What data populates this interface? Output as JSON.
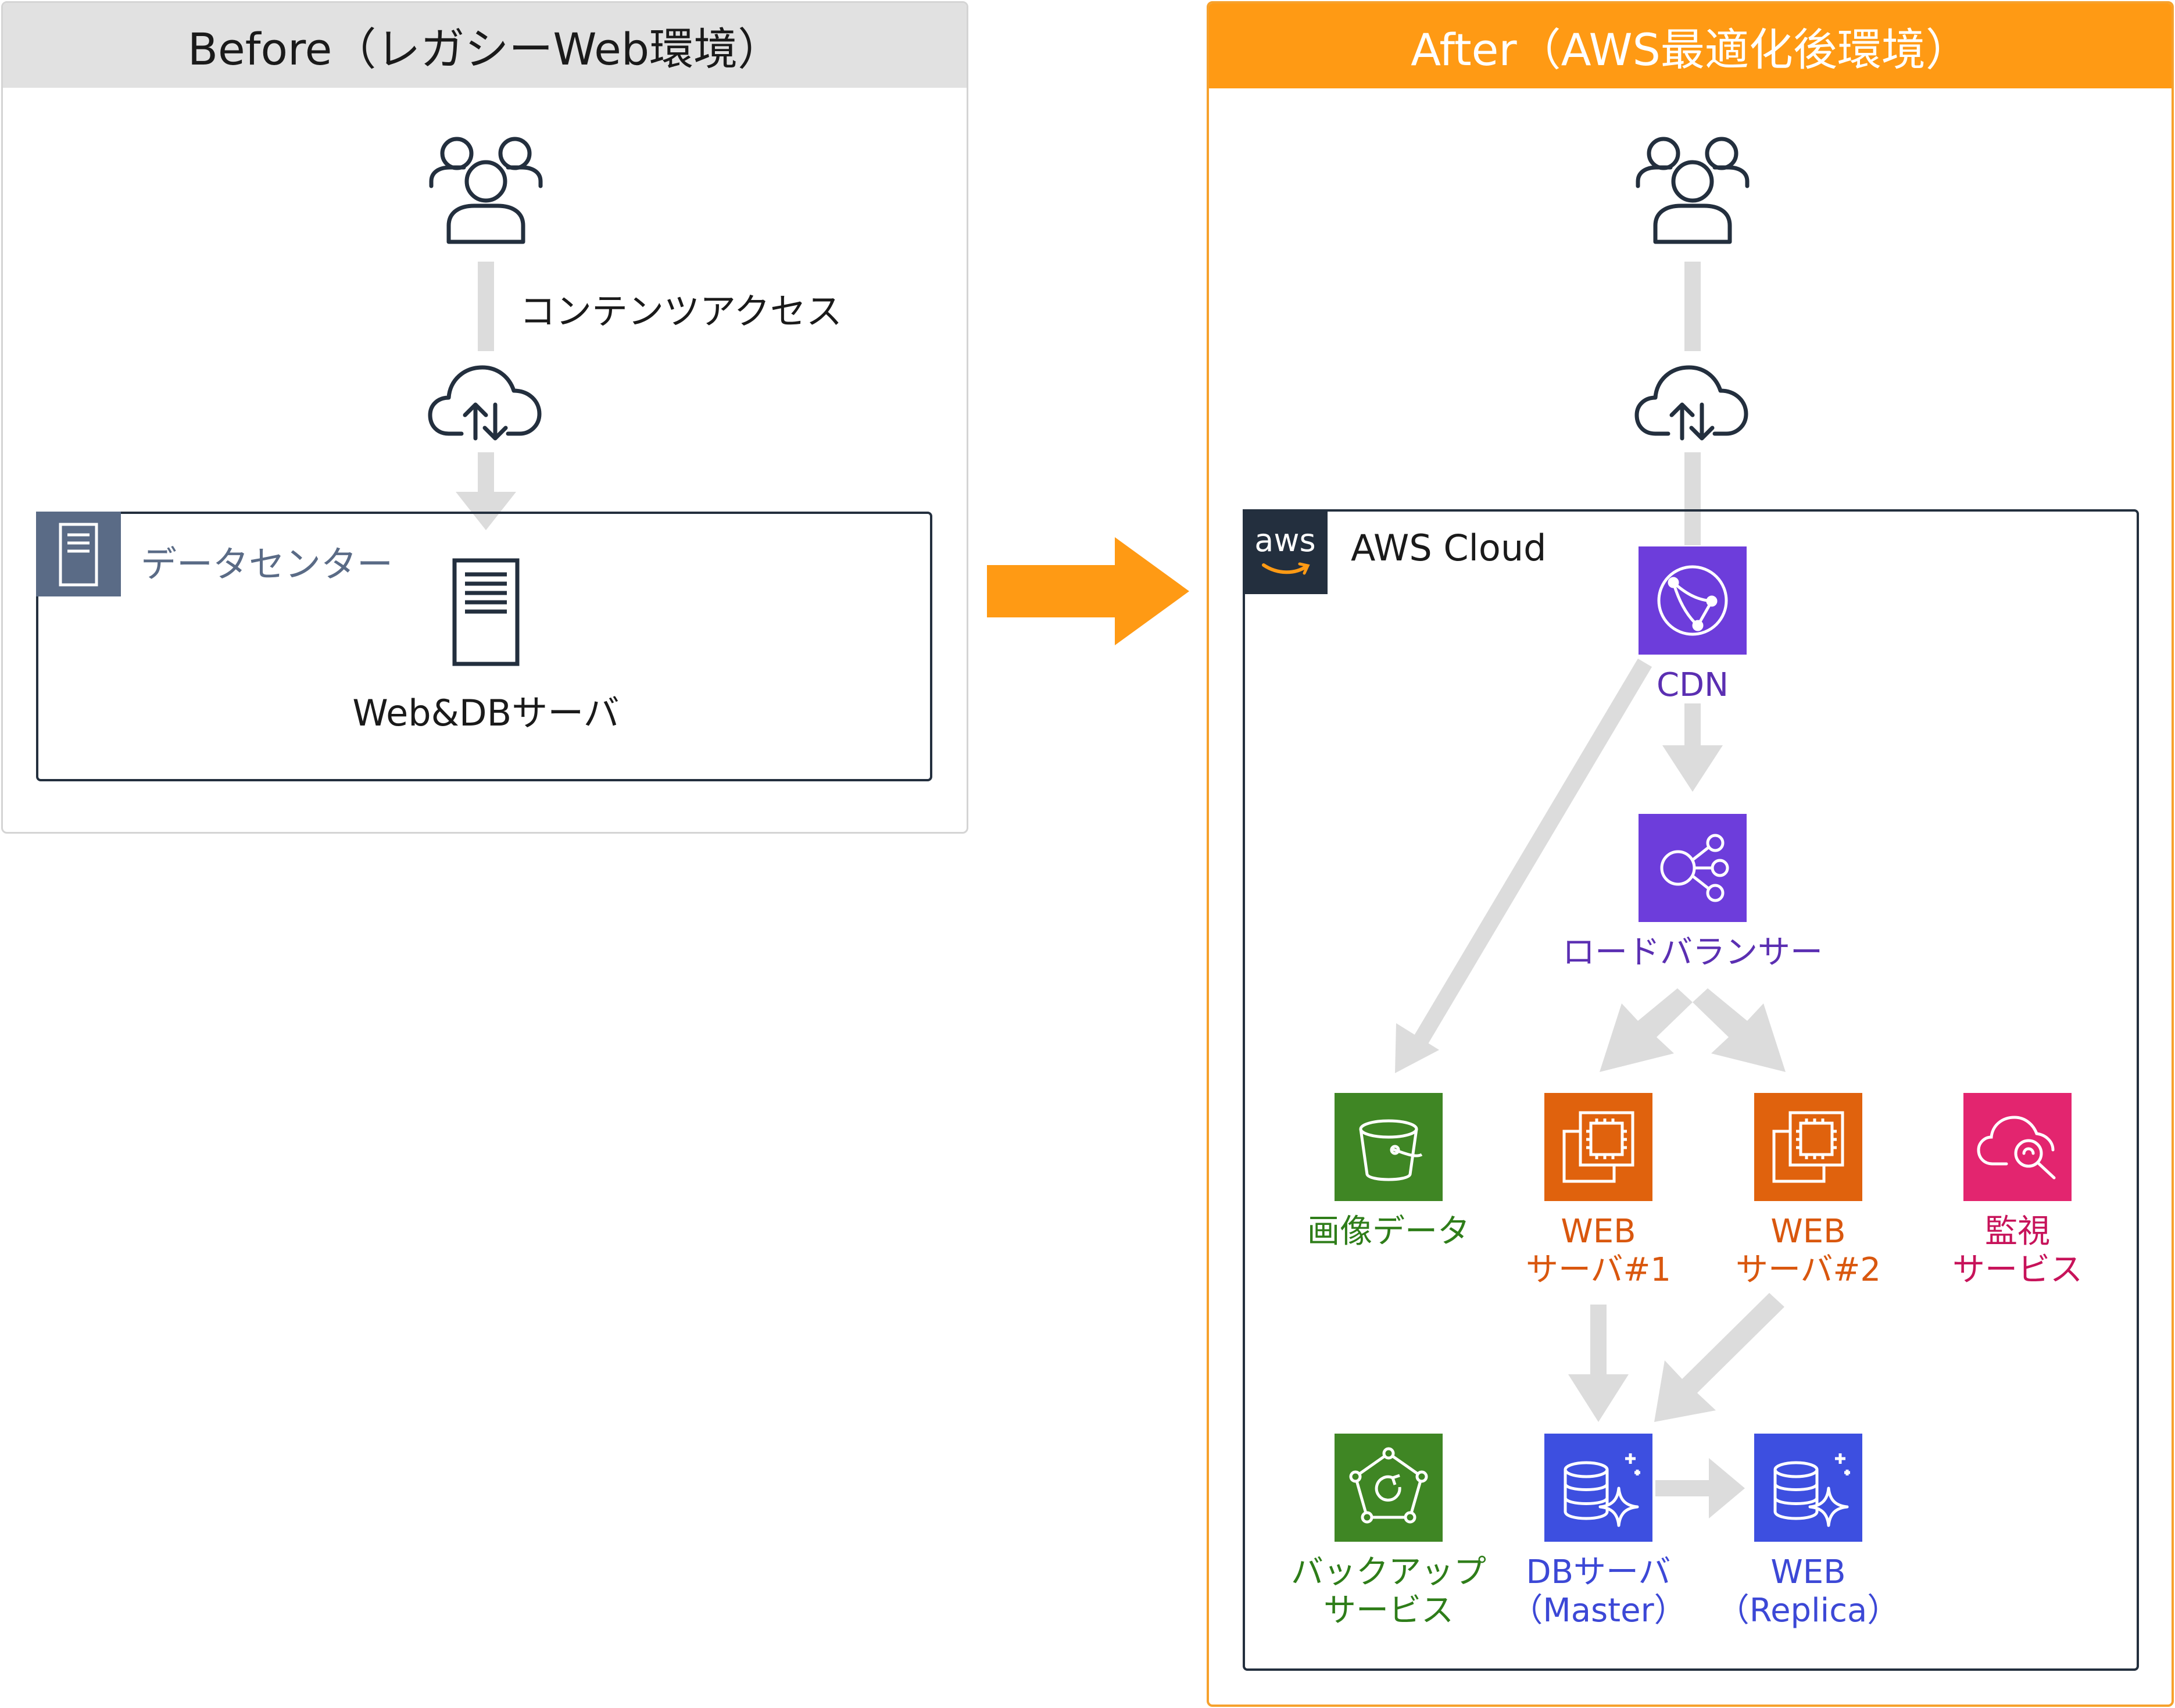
{
  "colors": {
    "before_header": "#e1e1e1",
    "before_border": "#d4d4d4",
    "after_header": "#ff9a14",
    "after_border": "#f6a12c",
    "arrow_gray": "#dcdcdc",
    "arrow_orange": "#ff9a14",
    "dark": "#232f3e",
    "datacenter": "#5a6b86",
    "purple": "#5b2fb2",
    "orange_service": "#d9570e",
    "green": "#2e7d19",
    "pink": "#c7135a",
    "blue": "#3c48d6"
  },
  "before": {
    "title": "Before（レガシーWeb環境）",
    "users_icon": "users-icon",
    "access_label": "コンテンツアクセス",
    "internet_icon": "internet-cloud-icon",
    "datacenter": {
      "label": "データセンター",
      "icon": "datacenter-icon",
      "server_icon": "server-icon",
      "server_label": "Web&DBサーバ"
    }
  },
  "transition_icon": "right-arrow-icon",
  "after": {
    "title": "After（AWS最適化後環境）",
    "users_icon": "users-icon",
    "internet_icon": "internet-cloud-icon",
    "cloud": {
      "label": "AWS Cloud",
      "logo_text": "aws"
    },
    "services": {
      "cdn": {
        "label": "CDN",
        "icon": "cloudfront-icon",
        "color": "#5b2fb2"
      },
      "lb": {
        "label": "ロードバランサー",
        "icon": "load-balancer-icon",
        "color": "#5b2fb2"
      },
      "image": {
        "label": "画像データ",
        "icon": "s3-bucket-icon",
        "color": "#2e7d19"
      },
      "web1": {
        "line1": "WEB",
        "line2": "サーバ#1",
        "icon": "ec2-chip-icon",
        "color": "#d9570e"
      },
      "web2": {
        "line1": "WEB",
        "line2": "サーバ#2",
        "icon": "ec2-chip-icon",
        "color": "#d9570e"
      },
      "monitor": {
        "line1": "監視",
        "line2": "サービス",
        "icon": "cloudwatch-icon",
        "color": "#c7135a"
      },
      "backup": {
        "line1": "バックアップ",
        "line2": "サービス",
        "icon": "backup-icon",
        "color": "#2e7d19"
      },
      "db_master": {
        "line1": "DBサーバ",
        "line2": "（Master）",
        "icon": "database-icon",
        "color": "#3c48d6"
      },
      "db_replica": {
        "line1": "WEB",
        "line2": "（Replica）",
        "icon": "database-icon",
        "color": "#3c48d6"
      }
    }
  }
}
